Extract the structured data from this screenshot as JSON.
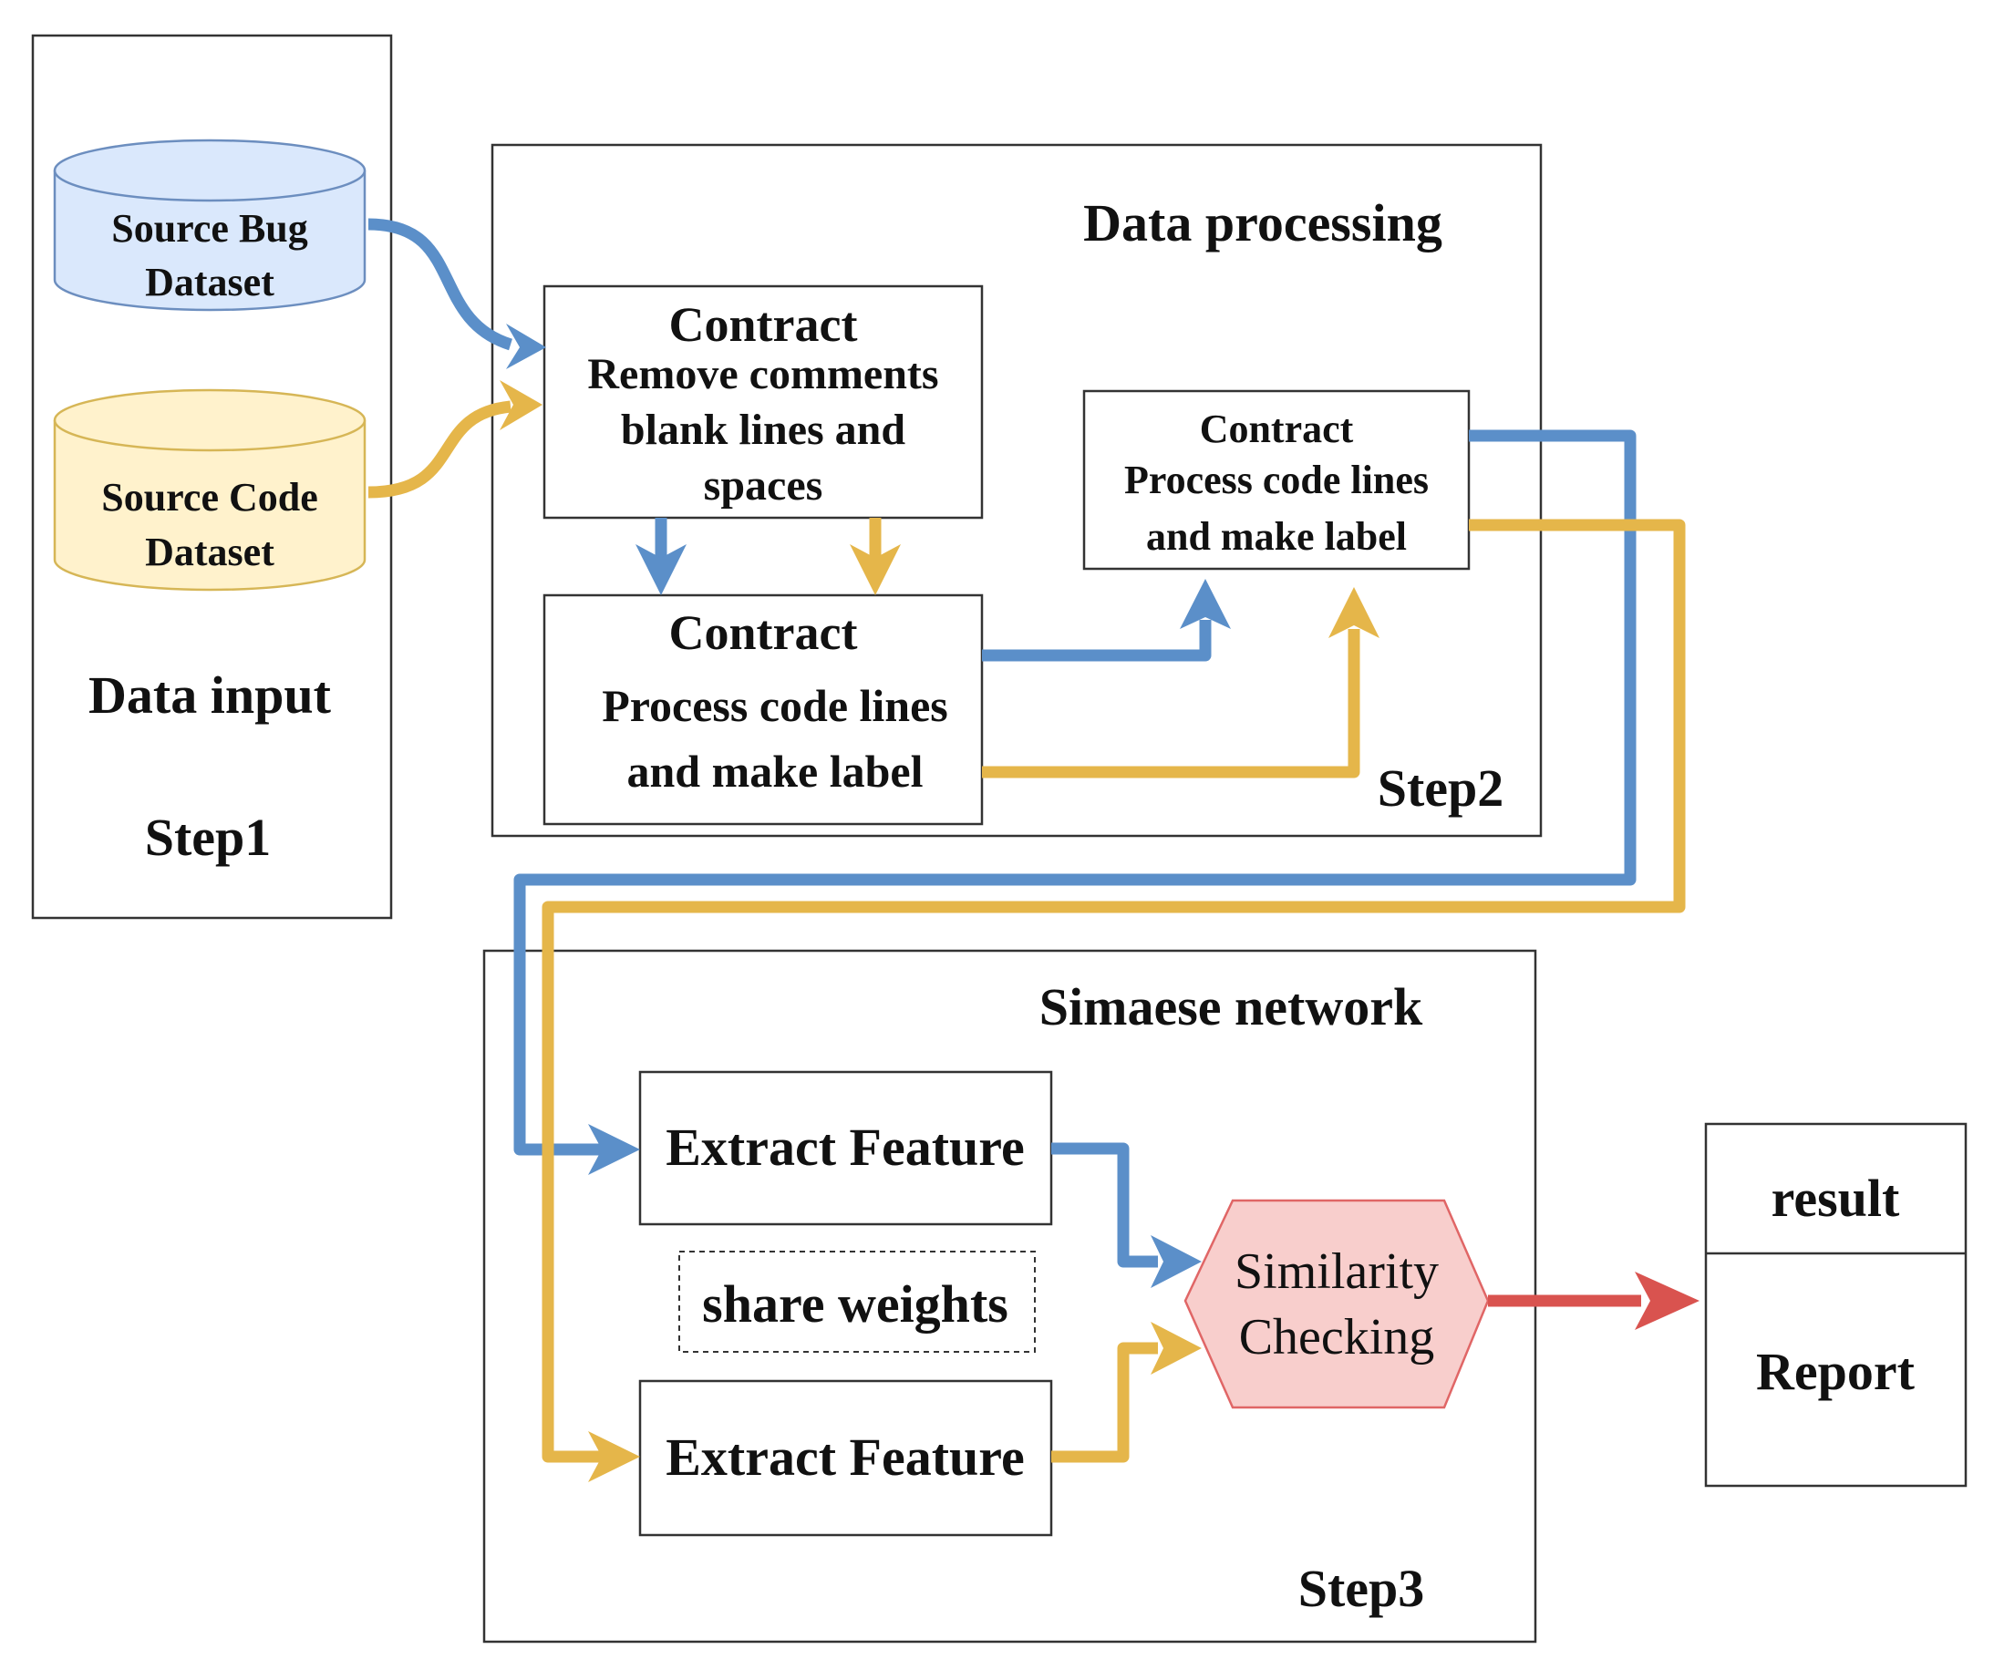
{
  "step1": {
    "cyl_bug": [
      "Source Bug",
      "Dataset"
    ],
    "cyl_code": [
      "Source Code",
      "Dataset"
    ],
    "title": "Data input",
    "step": "Step1"
  },
  "step2": {
    "title": "Data processing",
    "box1": [
      "Contract",
      "Remove comments",
      "blank lines and",
      "spaces"
    ],
    "box2": [
      "Contract",
      "Process code lines",
      "and make label"
    ],
    "box3": [
      "Contract",
      "Process code lines",
      "and make label"
    ],
    "step": "Step2"
  },
  "step3": {
    "title": "Simaese network",
    "feature_top": "Extract Feature",
    "share": "share weights",
    "feature_bottom": "Extract Feature",
    "similarity": [
      "Similarity",
      "Checking"
    ],
    "step": "Step3"
  },
  "result": {
    "header": "result",
    "body": "Report"
  },
  "colors": {
    "blue": "#5b8fc9",
    "gold": "#e5b64a",
    "red": "#d9534f",
    "blue_fill": "#dae8fc",
    "blue_stroke": "#6c8ebf",
    "gold_fill": "#fff2cc",
    "gold_stroke": "#d6b656",
    "pink_fill": "#f8cecc",
    "pink_stroke": "#e06666"
  }
}
